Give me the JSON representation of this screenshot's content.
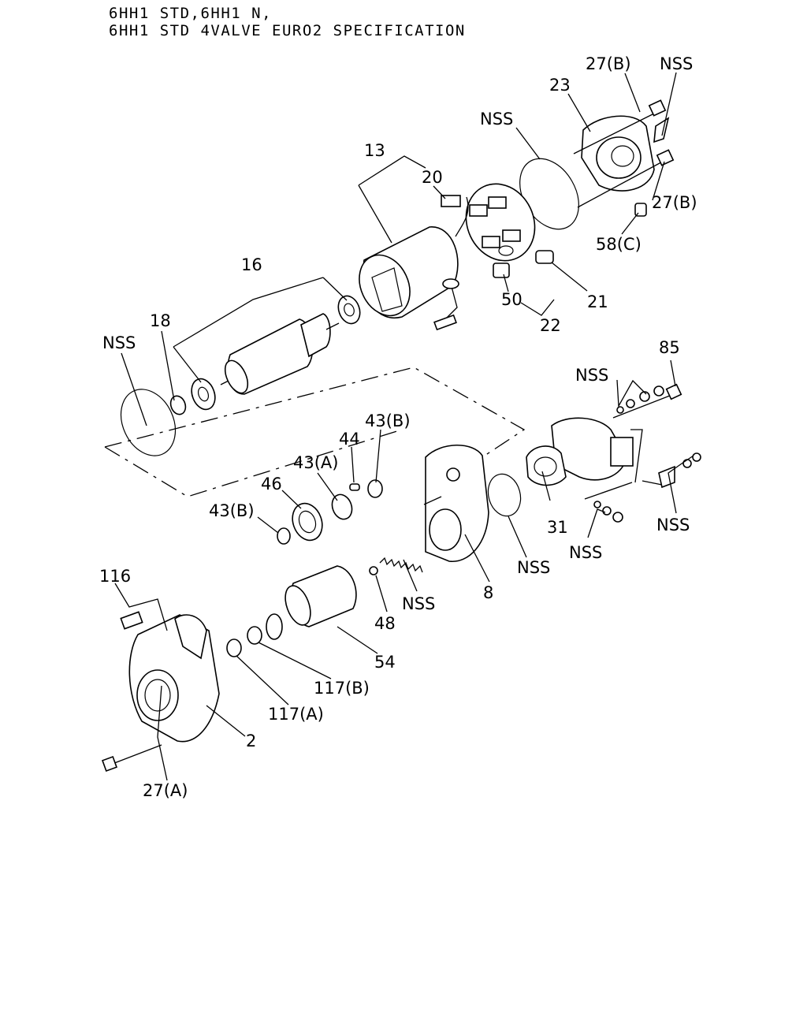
{
  "header": {
    "line1": "6HH1 STD,6HH1 N,",
    "line2": "6HH1 STD 4VALVE EURO2 SPECIFICATION"
  },
  "callouts": [
    {
      "id": "c-27b-top",
      "text": "27(B)"
    },
    {
      "id": "c-nss-top",
      "text": "NSS"
    },
    {
      "id": "c-23",
      "text": "23"
    },
    {
      "id": "c-nss-ring-rear",
      "text": "NSS"
    },
    {
      "id": "c-13",
      "text": "13"
    },
    {
      "id": "c-20",
      "text": "20"
    },
    {
      "id": "c-27b-right",
      "text": "27(B)"
    },
    {
      "id": "c-58c",
      "text": "58(C)"
    },
    {
      "id": "c-16",
      "text": "16"
    },
    {
      "id": "c-21",
      "text": "21"
    },
    {
      "id": "c-50",
      "text": "50"
    },
    {
      "id": "c-22",
      "text": "22"
    },
    {
      "id": "c-18",
      "text": "18"
    },
    {
      "id": "c-nss-ring-front",
      "text": "NSS"
    },
    {
      "id": "c-85",
      "text": "85"
    },
    {
      "id": "c-nss-washers",
      "text": "NSS"
    },
    {
      "id": "c-43b-upper",
      "text": "43(B)"
    },
    {
      "id": "c-44",
      "text": "44"
    },
    {
      "id": "c-43a",
      "text": "43(A)"
    },
    {
      "id": "c-46",
      "text": "46"
    },
    {
      "id": "c-43b-lower",
      "text": "43(B)"
    },
    {
      "id": "c-31",
      "text": "31"
    },
    {
      "id": "c-nss-nuts-right",
      "text": "NSS"
    },
    {
      "id": "c-nss-oring",
      "text": "NSS"
    },
    {
      "id": "c-nss-nuts-lower",
      "text": "NSS"
    },
    {
      "id": "c-8",
      "text": "8"
    },
    {
      "id": "c-nss-spring",
      "text": "NSS"
    },
    {
      "id": "c-116",
      "text": "116"
    },
    {
      "id": "c-48",
      "text": "48"
    },
    {
      "id": "c-54",
      "text": "54"
    },
    {
      "id": "c-117b",
      "text": "117(B)"
    },
    {
      "id": "c-117a",
      "text": "117(A)"
    },
    {
      "id": "c-2",
      "text": "2"
    },
    {
      "id": "c-27a",
      "text": "27(A)"
    }
  ]
}
